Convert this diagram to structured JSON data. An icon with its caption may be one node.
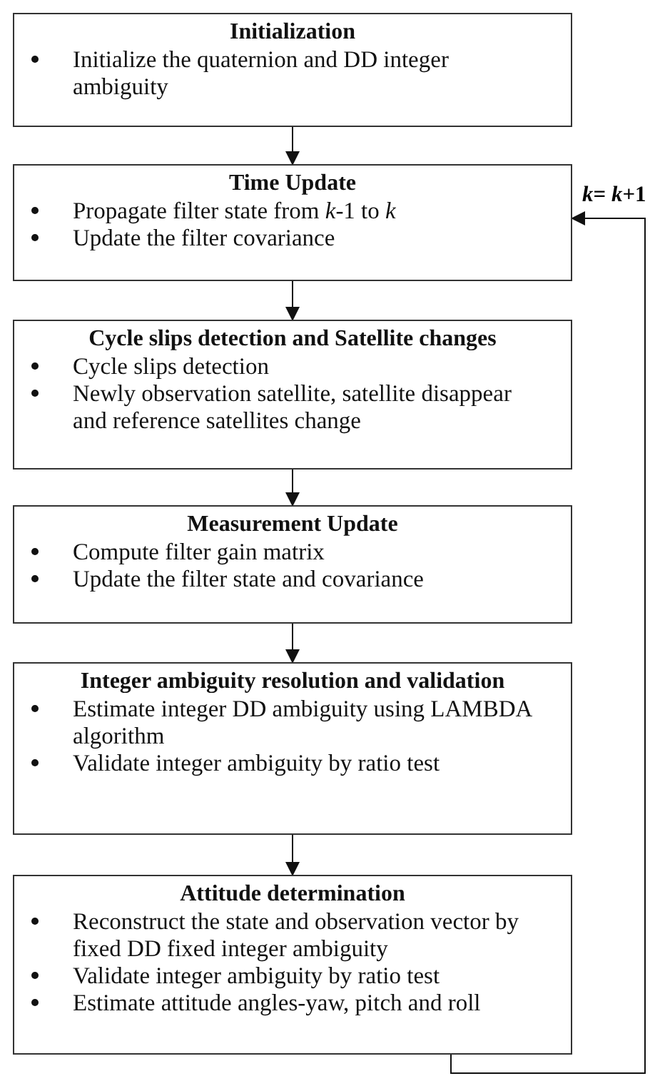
{
  "diagram": {
    "nodes": [
      {
        "text": [
          "Initialization",
          "Initialize the quaternion and DD integer ambiguity"
        ]
      },
      {
        "text": [
          "Time Update",
          "Propagate filter state from *k*-1 to *k*",
          "Update the filter covariance"
        ]
      },
      {
        "text": [
          "Cycle slips detection and Satellite changes",
          "Cycle slips detection",
          "Newly observation satellite, satellite disappear and reference satellites change"
        ]
      },
      {
        "text": [
          "Measurement Update",
          "Compute filter gain matrix",
          "Update the filter state and covariance"
        ]
      },
      {
        "text": [
          "Integer ambiguity resolution and validation",
          "Estimate integer DD ambiguity using LAMBDA algorithm",
          "Validate integer ambiguity by ratio test"
        ]
      },
      {
        "text": [
          "Attitude determination",
          "Reconstruct the state and observation vector by fixed DD fixed integer ambiguity",
          "Validate integer ambiguity by ratio test",
          "Estimate attitude angles-yaw, pitch and roll"
        ]
      }
    ],
    "edges": [
      {
        "from": 0,
        "to": 1,
        "arrow": "to"
      },
      {
        "from": 1,
        "to": 2,
        "arrow": "to"
      },
      {
        "from": 2,
        "to": 3,
        "arrow": "to"
      },
      {
        "from": 3,
        "to": 4,
        "arrow": "to"
      },
      {
        "from": 4,
        "to": 5,
        "arrow": "to"
      },
      {
        "from": 5,
        "to": 1,
        "arrow": "to",
        "label": "*k*= *k*+1"
      }
    ]
  }
}
